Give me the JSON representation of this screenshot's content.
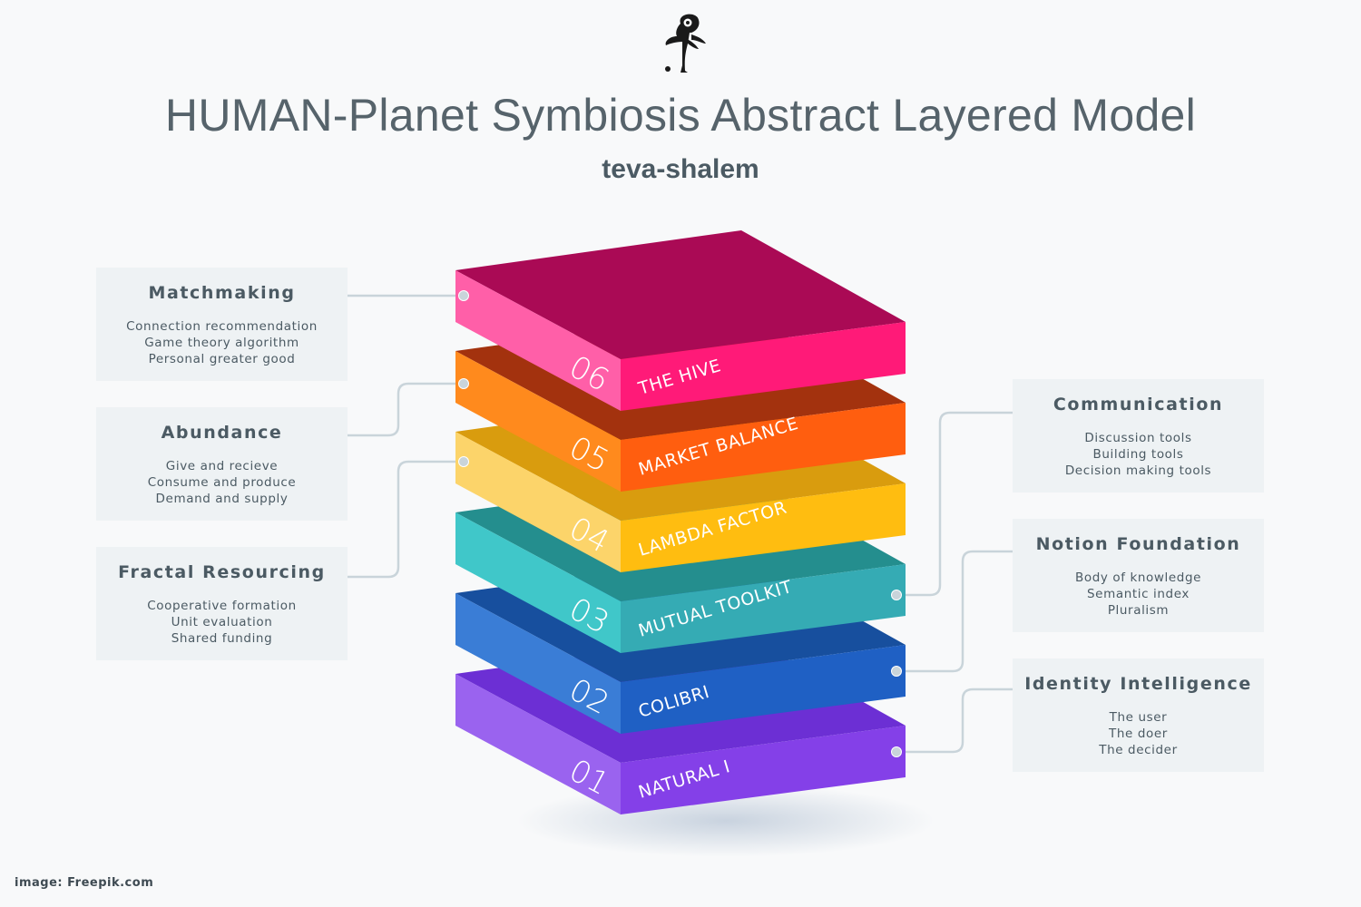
{
  "header": {
    "title": "HUMAN-Planet Symbiosis Abstract Layered Model",
    "subtitle": "teva-shalem"
  },
  "layers": [
    {
      "number": "01",
      "name": "NATURAL I",
      "colors": {
        "top": "#6c2fd4",
        "left": "#9a63ef",
        "front": "#8440e8"
      }
    },
    {
      "number": "02",
      "name": "COLIBRI",
      "colors": {
        "top": "#174f9e",
        "left": "#3a7dd6",
        "front": "#1f60c4"
      }
    },
    {
      "number": "03",
      "name": "MUTUAL TOOLKIT",
      "colors": {
        "top": "#248e8e",
        "left": "#40c7c9",
        "front": "#35abb4"
      }
    },
    {
      "number": "04",
      "name": "LAMBDA FACTOR",
      "colors": {
        "top": "#d99c0e",
        "left": "#fcd46a",
        "front": "#ffbd10"
      }
    },
    {
      "number": "05",
      "name": "MARKET BALANCE",
      "colors": {
        "top": "#a3320e",
        "left": "#ff8a1d",
        "front": "#ff5e0f"
      }
    },
    {
      "number": "06",
      "name": "THE HIVE",
      "colors": {
        "top": "#aa0a55",
        "left": "#ff5fa8",
        "front": "#ff1a78"
      }
    }
  ],
  "cards": [
    {
      "id": "matchmaking",
      "title": "Matchmaking",
      "lines": [
        "Connection recommendation",
        "Game theory algorithm",
        "Personal greater good"
      ]
    },
    {
      "id": "abundance",
      "title": "Abundance",
      "lines": [
        "Give and recieve",
        "Consume and produce",
        "Demand and supply"
      ]
    },
    {
      "id": "fractal-resourcing",
      "title": "Fractal Resourcing",
      "lines": [
        "Cooperative formation",
        "Unit evaluation",
        "Shared funding"
      ]
    },
    {
      "id": "communication",
      "title": "Communication",
      "lines": [
        "Discussion tools",
        "Building tools",
        "Decision making tools"
      ]
    },
    {
      "id": "notion-foundation",
      "title": "Notion Foundation",
      "lines": [
        "Body of knowledge",
        "Semantic index",
        "Pluralism"
      ]
    },
    {
      "id": "identity-intelligence",
      "title": "Identity Intelligence",
      "lines": [
        "The user",
        "The doer",
        "The decider"
      ]
    }
  ],
  "connector_color": "#c9d4da",
  "credit": "image: Freepik.com"
}
